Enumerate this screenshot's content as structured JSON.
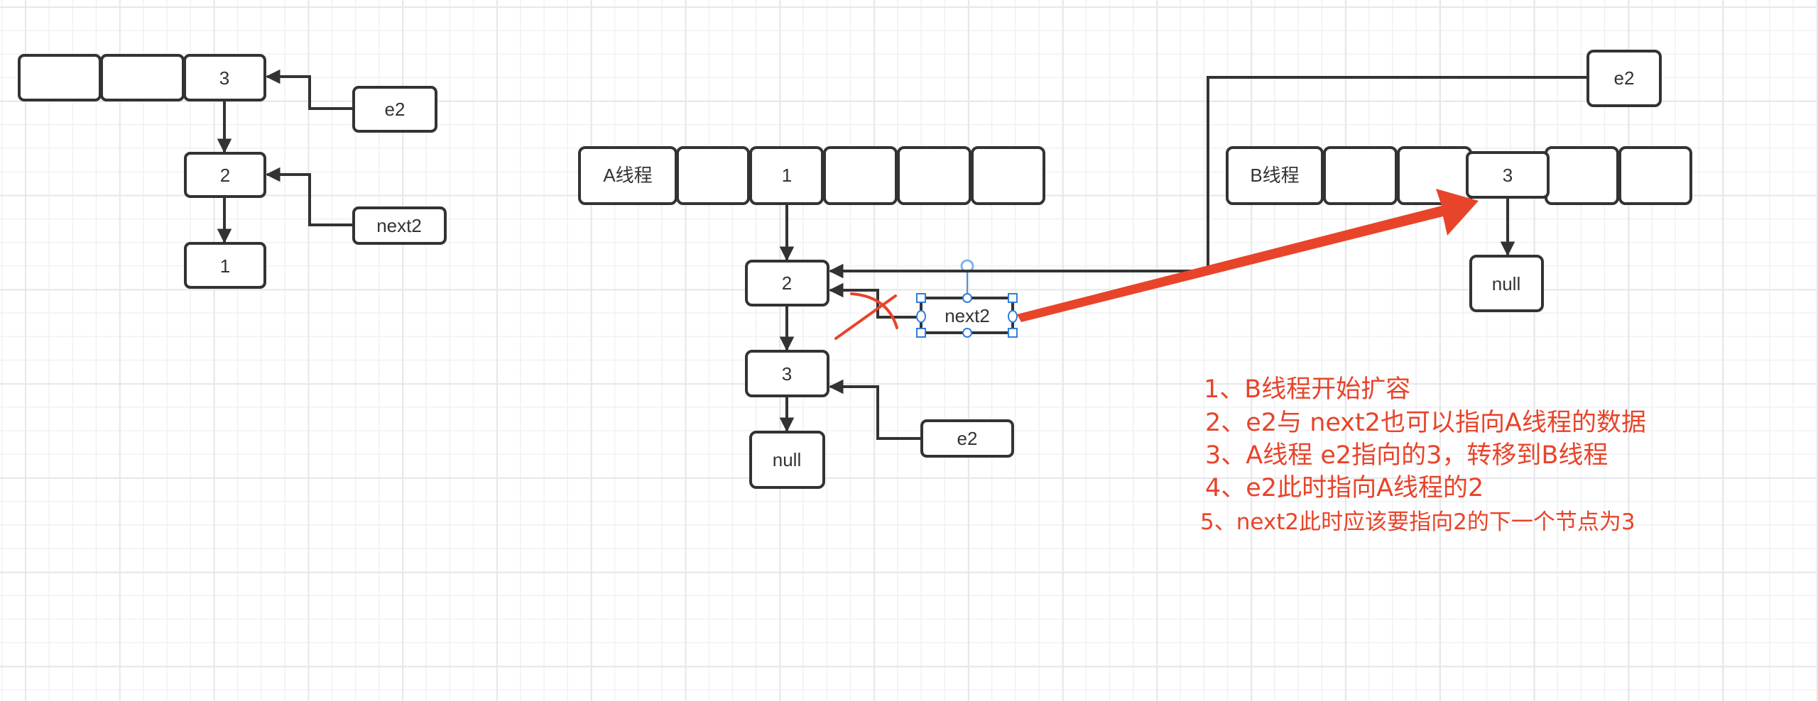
{
  "diagram": {
    "title": "HashMap resize linked-list transfer (multi-thread)",
    "left_group": {
      "bucket_array": [
        "",
        "",
        "3"
      ],
      "chain": [
        "2",
        "1"
      ],
      "pointers": {
        "e2": "e2",
        "next2": "next2"
      }
    },
    "thread_a": {
      "bucket_array": [
        "A线程",
        "",
        "1",
        "",
        "",
        ""
      ],
      "chain": [
        "2",
        "3",
        "null"
      ],
      "pointers": {
        "e2": "e2",
        "next2": "next2"
      }
    },
    "thread_b": {
      "bucket_array": [
        "B线程",
        "",
        "",
        "3",
        "",
        ""
      ],
      "chain": [
        "null"
      ],
      "pointers": {
        "e2": "e2"
      }
    },
    "notes": [
      "1、B线程开始扩容",
      "2、e2与 next2也可以指向A线程的数据",
      "3、A线程 e2指向的3，转移到B线程",
      "4、e2此时指向A线程的2",
      "5、next2此时应该要指向2的下一个节点为3"
    ],
    "colors": {
      "stroke": "#333333",
      "annotation": "#e8442a",
      "selection": "#2f7ed8",
      "grid": "#eeeff2"
    }
  }
}
